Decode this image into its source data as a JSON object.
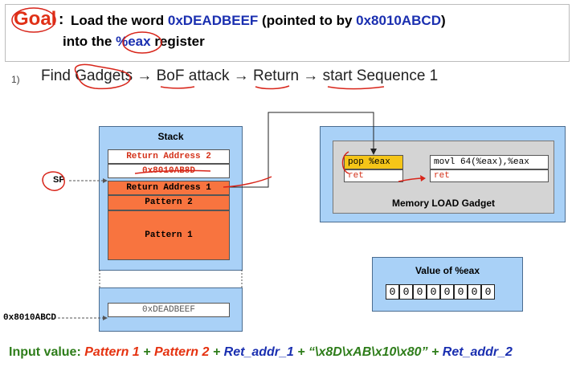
{
  "goal": {
    "word": "Goal",
    "colon": ":",
    "line1_prefix": "Load the word ",
    "line1_value": "0xDEADBEEF",
    "line1_mid": " (pointed to by ",
    "line1_addr": "0x8010ABCD",
    "line1_suffix": ")",
    "line2_prefix": "into the ",
    "line2_reg": "%eax",
    "line2_suffix": " register"
  },
  "step": {
    "number": "1)",
    "text": "Find Gadgets → BoF attack → Return → start Sequence 1"
  },
  "stack": {
    "title": "Stack",
    "cells": [
      "Return Address 2",
      "0x8010AB8D",
      "Return Address 1",
      "Pattern 2",
      "Pattern 1"
    ],
    "sp_label": "SP",
    "mem_value": "0xDEADBEEF",
    "mem_addr": "0x8010ABCD"
  },
  "gadget": {
    "left_instr": [
      "pop %eax",
      "ret"
    ],
    "right_instr": [
      "movl 64(%eax),%eax",
      "ret"
    ],
    "label": "Memory LOAD Gadget"
  },
  "eax": {
    "title": "Value of %eax",
    "digits": [
      "0",
      "0",
      "0",
      "0",
      "0",
      "0",
      "0",
      "0"
    ]
  },
  "input": {
    "label": "Input value: ",
    "p1": "Pattern 1",
    "plus": " + ",
    "p2": "Pattern 2",
    "r1": "Ret_addr_1",
    "bytes": "“\\x8D\\xAB\\x10\\x80”",
    "r2": "Ret_addr_2"
  },
  "colors": {
    "goal_red": "#e03016",
    "stack_blue": "#a9d1f7",
    "pattern_orange": "#f8743f",
    "gadget_yellow": "#f5c518",
    "highlight_green": "#2e7d1a",
    "address_blue": "#1a2fb0"
  }
}
